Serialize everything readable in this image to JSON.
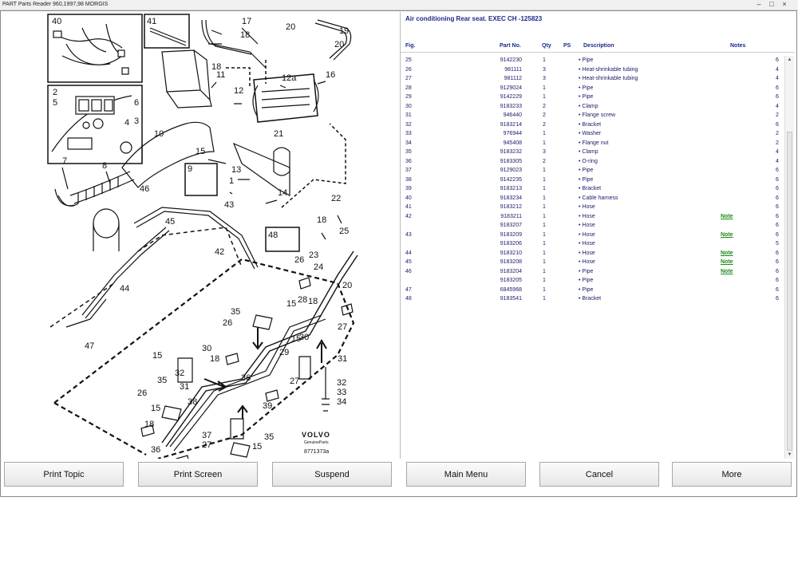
{
  "window": {
    "title": "PART Parts Reader 960,1997,98 MORGIS"
  },
  "parts_list": {
    "title": "Air conditioning Rear seat. EXEC CH -125823",
    "headers": {
      "fig": "Fig.",
      "part_no": "Part No.",
      "qty": "Qty",
      "ps": "PS",
      "description": "Description",
      "notes": "Notes"
    },
    "rows": [
      {
        "fig": "25",
        "part": "9142230",
        "qty": "1",
        "desc": "• Pipe",
        "note": "",
        "end": "6"
      },
      {
        "fig": "26",
        "part": "981111",
        "qty": "3",
        "desc": "• Heat-shrinkable tubing",
        "note": "",
        "end": "4"
      },
      {
        "fig": "27",
        "part": "981112",
        "qty": "3",
        "desc": "• Heat-shrinkable tubing",
        "note": "",
        "end": "4"
      },
      {
        "fig": "28",
        "part": "9129024",
        "qty": "1",
        "desc": "• Pipe",
        "note": "",
        "end": "6"
      },
      {
        "fig": "29",
        "part": "9142229",
        "qty": "1",
        "desc": "• Pipe",
        "note": "",
        "end": "6"
      },
      {
        "fig": "30",
        "part": "9183233",
        "qty": "2",
        "desc": "• Clamp",
        "note": "",
        "end": "4"
      },
      {
        "fig": "31",
        "part": "946440",
        "qty": "2",
        "desc": "• Flange screw",
        "note": "",
        "end": "2"
      },
      {
        "fig": "32",
        "part": "9183214",
        "qty": "2",
        "desc": "• Bracket",
        "note": "",
        "end": "6"
      },
      {
        "fig": "33",
        "part": "976944",
        "qty": "1",
        "desc": "• Washer",
        "note": "",
        "end": "2"
      },
      {
        "fig": "34",
        "part": "945408",
        "qty": "1",
        "desc": "• Flange nut",
        "note": "",
        "end": "2"
      },
      {
        "fig": "35",
        "part": "9183232",
        "qty": "3",
        "desc": "• Clamp",
        "note": "",
        "end": "4"
      },
      {
        "fig": "36",
        "part": "9183305",
        "qty": "2",
        "desc": "• O-ring",
        "note": "",
        "end": "4"
      },
      {
        "fig": "37",
        "part": "9129023",
        "qty": "1",
        "desc": "• Pipe",
        "note": "",
        "end": "6"
      },
      {
        "fig": "38",
        "part": "9142235",
        "qty": "1",
        "desc": "• Pipe",
        "note": "",
        "end": "6"
      },
      {
        "fig": "39",
        "part": "9183213",
        "qty": "1",
        "desc": "• Bracket",
        "note": "",
        "end": "6"
      },
      {
        "fig": "40",
        "part": "9183234",
        "qty": "1",
        "desc": "• Cable harness",
        "note": "",
        "end": "6"
      },
      {
        "fig": "41",
        "part": "9183212",
        "qty": "1",
        "desc": "• Hose",
        "note": "",
        "end": "6"
      },
      {
        "fig": "42",
        "part": "9183211",
        "qty": "1",
        "desc": "• Hose",
        "note": "Note",
        "end": "6"
      },
      {
        "fig": "",
        "part": "9183207",
        "qty": "1",
        "desc": "• Hose",
        "note": "",
        "end": "6"
      },
      {
        "fig": "43",
        "part": "9183209",
        "qty": "1",
        "desc": "• Hose",
        "note": "Note",
        "end": "6"
      },
      {
        "fig": "",
        "part": "9183206",
        "qty": "1",
        "desc": "• Hose",
        "note": "",
        "end": "5"
      },
      {
        "fig": "44",
        "part": "9183210",
        "qty": "1",
        "desc": "• Hose",
        "note": "Note",
        "end": "6"
      },
      {
        "fig": "45",
        "part": "9183208",
        "qty": "1",
        "desc": "• Hose",
        "note": "Note",
        "end": "6"
      },
      {
        "fig": "46",
        "part": "9183204",
        "qty": "1",
        "desc": "• Pipe",
        "note": "Note",
        "end": "6"
      },
      {
        "fig": "",
        "part": "9183205",
        "qty": "1",
        "desc": "• Pipe",
        "note": "",
        "end": "6"
      },
      {
        "fig": "47",
        "part": "6845968",
        "qty": "1",
        "desc": "• Pipe",
        "note": "",
        "end": "6"
      },
      {
        "fig": "48",
        "part": "9183541",
        "qty": "1",
        "desc": "• Bracket",
        "note": "",
        "end": "6"
      }
    ]
  },
  "diagram": {
    "callouts": [
      "1",
      "2",
      "3",
      "4",
      "5",
      "6",
      "7",
      "8",
      "9",
      "10",
      "11",
      "12",
      "12a",
      "13",
      "14",
      "15",
      "16",
      "17",
      "18",
      "19",
      "20",
      "21",
      "22",
      "23",
      "24",
      "25",
      "26",
      "27",
      "28",
      "29",
      "30",
      "31",
      "32",
      "33",
      "34",
      "35",
      "36",
      "37",
      "38",
      "39",
      "40",
      "41",
      "42",
      "43",
      "44",
      "45",
      "46",
      "47",
      "48"
    ],
    "brand": "VOLVO",
    "brand_sub": "GenuineParts",
    "drawing_no": "8771373a"
  },
  "buttons": {
    "print_topic": "Print Topic",
    "print_screen": "Print Screen",
    "suspend": "Suspend",
    "main_menu": "Main Menu",
    "cancel": "Cancel",
    "more": "More"
  },
  "icons": {
    "minimize": "minimize-icon",
    "maximize": "maximize-icon",
    "close": "close-icon",
    "scroll_up": "scroll-up-icon",
    "scroll_down": "scroll-down-icon"
  }
}
